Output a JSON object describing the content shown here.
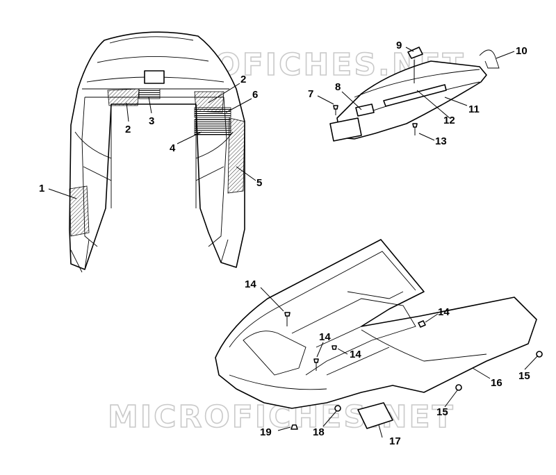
{
  "watermark": {
    "top": "MICROFICHES.NET",
    "bottom": "MICROFICHES.NET"
  },
  "callouts": {
    "c1": "1",
    "c2a": "2",
    "c2b": "2",
    "c3": "3",
    "c4": "4",
    "c5": "5",
    "c6": "6",
    "c7": "7",
    "c8": "8",
    "c9": "9",
    "c10": "10",
    "c11": "11",
    "c12": "12",
    "c13": "13",
    "c14a": "14",
    "c14b": "14",
    "c14c": "14",
    "c14d": "14",
    "c15a": "15",
    "c15b": "15",
    "c16": "16",
    "c17": "17",
    "c18": "18",
    "c19": "19"
  },
  "colors": {
    "line": "#000000",
    "background": "#ffffff",
    "watermark_outline": "#c9c9c9"
  }
}
